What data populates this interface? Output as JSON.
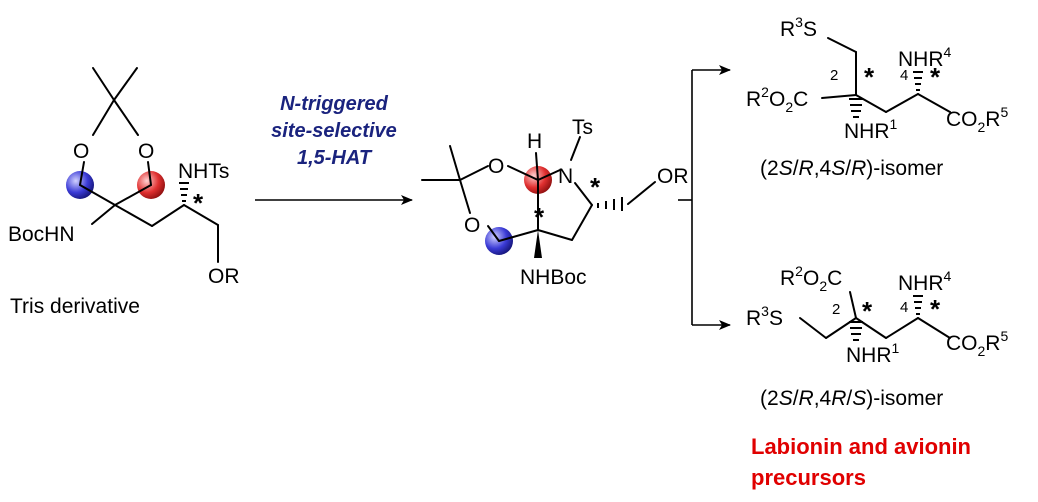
{
  "labels": {
    "tris_derivative": "Tris derivative",
    "boc_hn": "BocHN",
    "nhts": "NHTs",
    "or": "OR",
    "o": "O",
    "h": "H",
    "ts": "Ts",
    "n": "N",
    "nhboc": "NHBoc",
    "pos2": "2",
    "pos4": "4",
    "star": "*",
    "r3s_1": "R",
    "r3s_2": "3",
    "r3s_3": "S",
    "nhr4_1": "NHR",
    "nhr4_2": "4",
    "r2o2c_1": "R",
    "r2o2c_2": "2",
    "r2o2c_3": "O",
    "r2o2c_4": "2",
    "r2o2c_5": "C",
    "nhr1_1": "NHR",
    "nhr1_2": "1",
    "co2r5_1": "CO",
    "co2r5_2": "2",
    "co2r5_3": "R",
    "co2r5_4": "5"
  },
  "conditions": {
    "line1": "N-triggered",
    "line2": "site-selective",
    "line3": "1,5-HAT"
  },
  "products": {
    "top_isomer": {
      "p1": "(2",
      "p2": "S",
      "p3": "/",
      "p4": "R",
      "p5": ",4",
      "p6": "S",
      "p7": "/",
      "p8": "R",
      "p9": ")-isomer"
    },
    "bottom_isomer": {
      "p1": "(2",
      "p2": "S",
      "p3": "/",
      "p4": "R",
      "p5": ",4",
      "p6": "R",
      "p7": "/",
      "p8": "S",
      "p9": ")-isomer"
    }
  },
  "title": {
    "line1": "Labionin and avionin",
    "line2": "precursors"
  },
  "colors": {
    "red_star": "#e00000",
    "blue_star": "#1a1aa6",
    "red_ball": "#e03030",
    "blue_ball": "#3b3bd6",
    "condition_text": "#1a237e",
    "title_text": "#e00000"
  }
}
